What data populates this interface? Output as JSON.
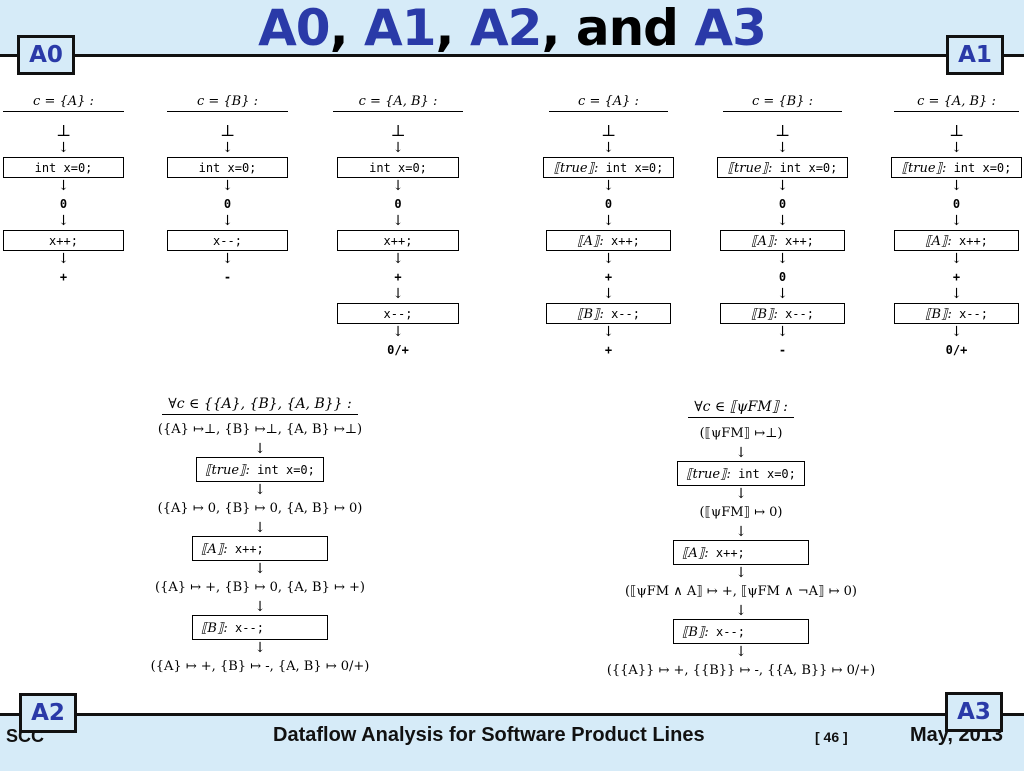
{
  "title": {
    "a0": "A0",
    "c1": ",",
    "a1": "A1",
    "c2": ",",
    "a2": "A2",
    "and": ", and",
    "a3": "A3"
  },
  "corners": {
    "top_left": "A0",
    "top_right": "A1",
    "bottom_left": "A2",
    "bottom_right": "A3"
  },
  "footer": {
    "left": "SCC",
    "center": "Dataflow Analysis for Software Product Lines",
    "page": "[ 46 ]",
    "date": "May, 2013"
  },
  "colors": {
    "band": "#d6ebf8",
    "accent": "#2a3aa8"
  },
  "bottom_symbol": "⊥",
  "arrow": "↓",
  "a0": [
    {
      "header": "c = {A} :",
      "nodes": [
        {
          "code": "int x=0;",
          "out": "0"
        },
        {
          "code": "x++;",
          "out": "+"
        }
      ]
    },
    {
      "header": "c = {B} :",
      "nodes": [
        {
          "code": "int x=0;",
          "out": "0"
        },
        {
          "code": "x--;",
          "out": "-"
        }
      ]
    },
    {
      "header": "c = {A, B} :",
      "nodes": [
        {
          "code": "int x=0;",
          "out": "0"
        },
        {
          "code": "x++;",
          "out": "+"
        },
        {
          "code": "x--;",
          "out": "0/+"
        }
      ]
    }
  ],
  "a1": [
    {
      "header": "c = {A} :",
      "nodes": [
        {
          "ann": "⟦true⟧:",
          "code": " int x=0;",
          "out": "0"
        },
        {
          "ann": "⟦A⟧:",
          "code": "  x++;",
          "out": "+"
        },
        {
          "ann": "⟦B⟧:",
          "code": "  x--;",
          "out": "+"
        }
      ]
    },
    {
      "header": "c = {B} :",
      "nodes": [
        {
          "ann": "⟦true⟧:",
          "code": " int x=0;",
          "out": "0"
        },
        {
          "ann": "⟦A⟧:",
          "code": "  x++;",
          "out": "0"
        },
        {
          "ann": "⟦B⟧:",
          "code": "  x--;",
          "out": "-"
        }
      ]
    },
    {
      "header": "c = {A, B} :",
      "nodes": [
        {
          "ann": "⟦true⟧:",
          "code": " int x=0;",
          "out": "0"
        },
        {
          "ann": "⟦A⟧:",
          "code": "  x++;",
          "out": "+"
        },
        {
          "ann": "⟦B⟧:",
          "code": "  x--;",
          "out": "0/+"
        }
      ]
    }
  ],
  "a2": {
    "header": "∀c ∈ {{A}, {B}, {A, B}} :",
    "envs": [
      "({A} ↦⊥, {B} ↦⊥, {A, B} ↦⊥)",
      "({A} ↦ 0, {B} ↦ 0, {A, B} ↦ 0)",
      "({A} ↦ +, {B} ↦ 0, {A, B} ↦ +)",
      "({A} ↦ +, {B} ↦ -, {A, B} ↦ 0/+)"
    ],
    "boxes": [
      {
        "ann": "⟦true⟧:",
        "code": " int x=0;"
      },
      {
        "ann": "⟦A⟧:",
        "code": "  x++;"
      },
      {
        "ann": "⟦B⟧:",
        "code": "  x--;"
      }
    ]
  },
  "a3": {
    "header": "∀c ∈ ⟦ψFM⟧ :",
    "envs": [
      "(⟦ψFM⟧ ↦⊥)",
      "(⟦ψFM⟧ ↦ 0)",
      "(⟦ψFM ∧ A⟧ ↦ +, ⟦ψFM ∧ ¬A⟧ ↦ 0)",
      "({{A}} ↦ +, {{B}} ↦ -, {{A, B}} ↦ 0/+)"
    ],
    "boxes": [
      {
        "ann": "⟦true⟧:",
        "code": " int x=0;"
      },
      {
        "ann": "⟦A⟧:",
        "code": "  x++;"
      },
      {
        "ann": "⟦B⟧:",
        "code": "  x--;"
      }
    ]
  }
}
